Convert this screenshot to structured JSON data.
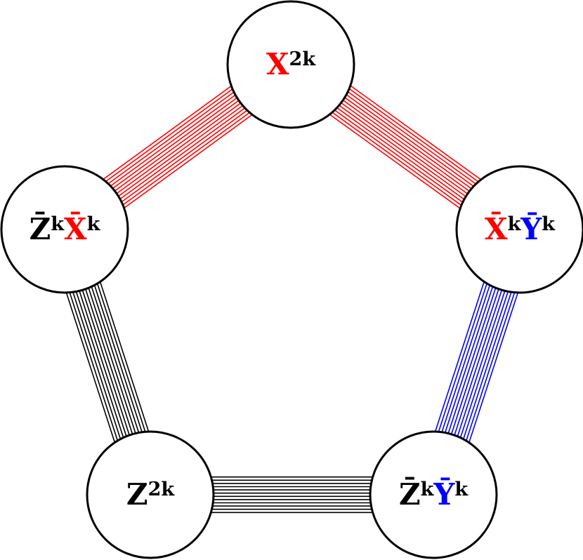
{
  "colors": {
    "x": "#ff0000",
    "y": "#0000ff",
    "z": "#000000"
  },
  "nodes": [
    {
      "id": "top",
      "parts": [
        {
          "base": "X",
          "bar": false,
          "color": "x",
          "sup": "2k"
        }
      ]
    },
    {
      "id": "left",
      "parts": [
        {
          "base": "Z",
          "bar": true,
          "color": "z",
          "sup": "k"
        },
        {
          "base": "X",
          "bar": true,
          "color": "x",
          "sup": "k"
        }
      ]
    },
    {
      "id": "right",
      "parts": [
        {
          "base": "X",
          "bar": true,
          "color": "x",
          "sup": "k"
        },
        {
          "base": "Y",
          "bar": true,
          "color": "y",
          "sup": "k"
        }
      ]
    },
    {
      "id": "bottom-left",
      "parts": [
        {
          "base": "Z",
          "bar": false,
          "color": "z",
          "sup": "2k"
        }
      ]
    },
    {
      "id": "bottom-right",
      "parts": [
        {
          "base": "Z",
          "bar": true,
          "color": "z",
          "sup": "k"
        },
        {
          "base": "Y",
          "bar": true,
          "color": "y",
          "sup": "k"
        }
      ]
    }
  ],
  "edges": [
    {
      "from": "top",
      "to": "left",
      "color": "x"
    },
    {
      "from": "top",
      "to": "right",
      "color": "x"
    },
    {
      "from": "left",
      "to": "bottom-left",
      "color": "z"
    },
    {
      "from": "right",
      "to": "bottom-right",
      "color": "y"
    },
    {
      "from": "bottom-left",
      "to": "bottom-right",
      "color": "z"
    }
  ]
}
